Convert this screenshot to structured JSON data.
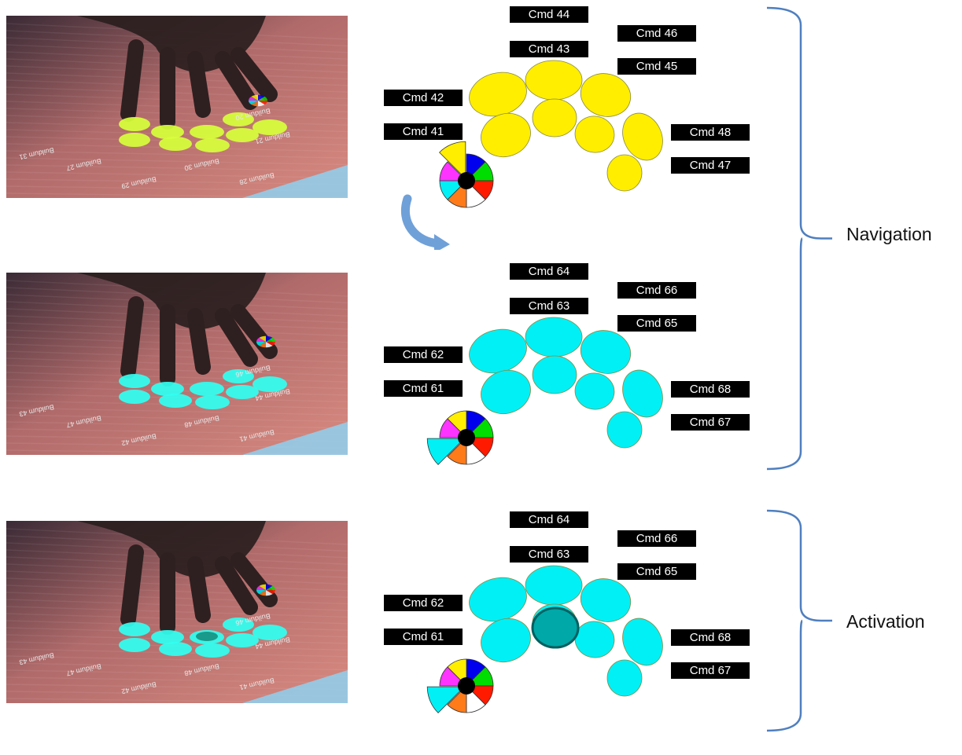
{
  "panels": [
    {
      "state": "navigation-start",
      "pad_color": "#ffee00",
      "photo_pad_color": "#d6ff3a",
      "pie_lifted_slice": "yellow",
      "pressed_pad": null,
      "labels": [
        "Cmd 44",
        "Cmd 46",
        "Cmd 43",
        "Cmd 45",
        "Cmd 42",
        "Cmd 41",
        "Cmd 48",
        "Cmd 47"
      ],
      "photo_text": [
        "Buildum 20",
        "Buildum 21",
        "Buildum 31",
        "Buildum 27",
        "Buildum 30",
        "Buildum 29",
        "Buildum 28"
      ]
    },
    {
      "state": "navigation-rotated",
      "pad_color": "#00f0f5",
      "photo_pad_color": "#30fff0",
      "pie_lifted_slice": "cyan",
      "pressed_pad": null,
      "labels": [
        "Cmd 64",
        "Cmd 66",
        "Cmd 63",
        "Cmd 65",
        "Cmd 62",
        "Cmd 61",
        "Cmd 68",
        "Cmd 67"
      ],
      "photo_text": [
        "Buildum 46",
        "Buildum 44",
        "Buildum 43",
        "Buildum 47",
        "Buildum 48",
        "Buildum 42",
        "Buildum 41"
      ]
    },
    {
      "state": "activation",
      "pad_color": "#00f0f5",
      "photo_pad_color": "#30fff0",
      "pie_lifted_slice": "cyan",
      "pressed_pad": "Cmd 63-inner",
      "labels": [
        "Cmd 64",
        "Cmd 66",
        "Cmd 63",
        "Cmd 65",
        "Cmd 62",
        "Cmd 61",
        "Cmd 68",
        "Cmd 67"
      ],
      "photo_text": [
        "Buildum 46",
        "Buildum 44",
        "Buildum 43",
        "Buildum 47",
        "Buildum 48",
        "Buildum 42",
        "Buildum 41"
      ]
    }
  ],
  "pie_colors": [
    "#0000ee",
    "#00dd00",
    "#ff1a00",
    "#ffffff",
    "#ff7b1a",
    "#00f0f5",
    "#ff33ff",
    "#ffee00"
  ],
  "pressed_color": "#00a8a8",
  "bracket_color": "#4f7fbf",
  "arrow_color": "#6fa0d8",
  "side_labels": {
    "navigation": "Navigation",
    "activation": "Activation"
  }
}
